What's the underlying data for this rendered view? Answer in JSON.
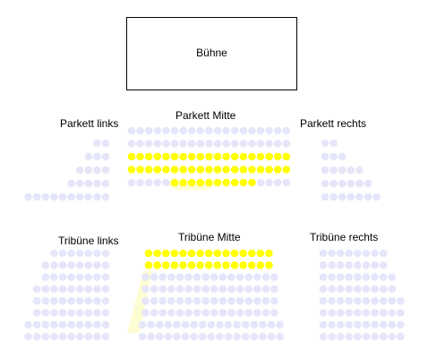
{
  "stage": {
    "label": "Bühne"
  },
  "colors": {
    "free": "#e6e6fa",
    "selected": "#ffff00",
    "highlight": "#fdfdd2"
  },
  "legend_states": [
    "free",
    "selected"
  ],
  "sections": [
    {
      "id": "parkett-links",
      "name": "Parkett links",
      "rows": [
        {
          "row": 1,
          "seats": 2,
          "selected": []
        },
        {
          "row": 2,
          "seats": 3,
          "selected": []
        },
        {
          "row": 3,
          "seats": 4,
          "selected": []
        },
        {
          "row": 4,
          "seats": 5,
          "selected": []
        },
        {
          "row": 5,
          "seats": 10,
          "selected": []
        }
      ]
    },
    {
      "id": "parkett-mitte",
      "name": "Parkett Mitte",
      "rows": [
        {
          "row": 1,
          "seats": 19,
          "selected": []
        },
        {
          "row": 2,
          "seats": 19,
          "selected": []
        },
        {
          "row": 3,
          "seats": 19,
          "selected": [
            1,
            2,
            3,
            4,
            5,
            6,
            7,
            8,
            9,
            10,
            11,
            12,
            13,
            14,
            15,
            16,
            17,
            18,
            19
          ]
        },
        {
          "row": 4,
          "seats": 19,
          "selected": [
            1,
            2,
            3,
            4,
            5,
            6,
            7,
            8,
            9,
            10,
            11,
            12,
            13,
            14,
            15,
            16,
            17,
            18,
            19
          ]
        },
        {
          "row": 5,
          "seats": 19,
          "selected": [
            6,
            7,
            8,
            9,
            10,
            11,
            12,
            13,
            14,
            15
          ]
        }
      ]
    },
    {
      "id": "parkett-rechts",
      "name": "Parkett rechts",
      "rows": [
        {
          "row": 1,
          "seats": 2,
          "selected": []
        },
        {
          "row": 2,
          "seats": 3,
          "selected": []
        },
        {
          "row": 3,
          "seats": 5,
          "selected": []
        },
        {
          "row": 4,
          "seats": 6,
          "selected": []
        },
        {
          "row": 5,
          "seats": 7,
          "selected": []
        }
      ]
    },
    {
      "id": "tribuene-links",
      "name": "Tribüne links",
      "rows": [
        {
          "row": 1,
          "seats": 7,
          "selected": []
        },
        {
          "row": 2,
          "seats": 8,
          "selected": []
        },
        {
          "row": 3,
          "seats": 8,
          "selected": []
        },
        {
          "row": 4,
          "seats": 9,
          "selected": []
        },
        {
          "row": 5,
          "seats": 9,
          "selected": []
        },
        {
          "row": 6,
          "seats": 9,
          "selected": []
        },
        {
          "row": 7,
          "seats": 10,
          "selected": []
        },
        {
          "row": 8,
          "seats": 10,
          "selected": []
        }
      ]
    },
    {
      "id": "tribuene-mitte",
      "name": "Tribüne Mitte",
      "rows": [
        {
          "row": 1,
          "seats": 15,
          "selected": [
            1,
            2,
            3,
            4,
            5,
            6,
            7,
            8,
            9,
            10,
            11,
            12,
            13,
            14,
            15
          ]
        },
        {
          "row": 2,
          "seats": 15,
          "selected": [
            1,
            2,
            3,
            4,
            5,
            6,
            7,
            8,
            9,
            10,
            11,
            12,
            13,
            14,
            15
          ]
        },
        {
          "row": 3,
          "seats": 16,
          "selected": []
        },
        {
          "row": 4,
          "seats": 16,
          "selected": []
        },
        {
          "row": 5,
          "seats": 16,
          "selected": []
        },
        {
          "row": 6,
          "seats": 16,
          "selected": []
        },
        {
          "row": 7,
          "seats": 17,
          "selected": []
        },
        {
          "row": 8,
          "seats": 17,
          "selected": []
        }
      ]
    },
    {
      "id": "tribuene-rechts",
      "name": "Tribüne rechts",
      "rows": [
        {
          "row": 1,
          "seats": 8,
          "selected": []
        },
        {
          "row": 2,
          "seats": 8,
          "selected": []
        },
        {
          "row": 3,
          "seats": 9,
          "selected": []
        },
        {
          "row": 4,
          "seats": 9,
          "selected": []
        },
        {
          "row": 5,
          "seats": 10,
          "selected": []
        },
        {
          "row": 6,
          "seats": 10,
          "selected": []
        },
        {
          "row": 7,
          "seats": 10,
          "selected": []
        },
        {
          "row": 8,
          "seats": 10,
          "selected": []
        }
      ]
    }
  ]
}
